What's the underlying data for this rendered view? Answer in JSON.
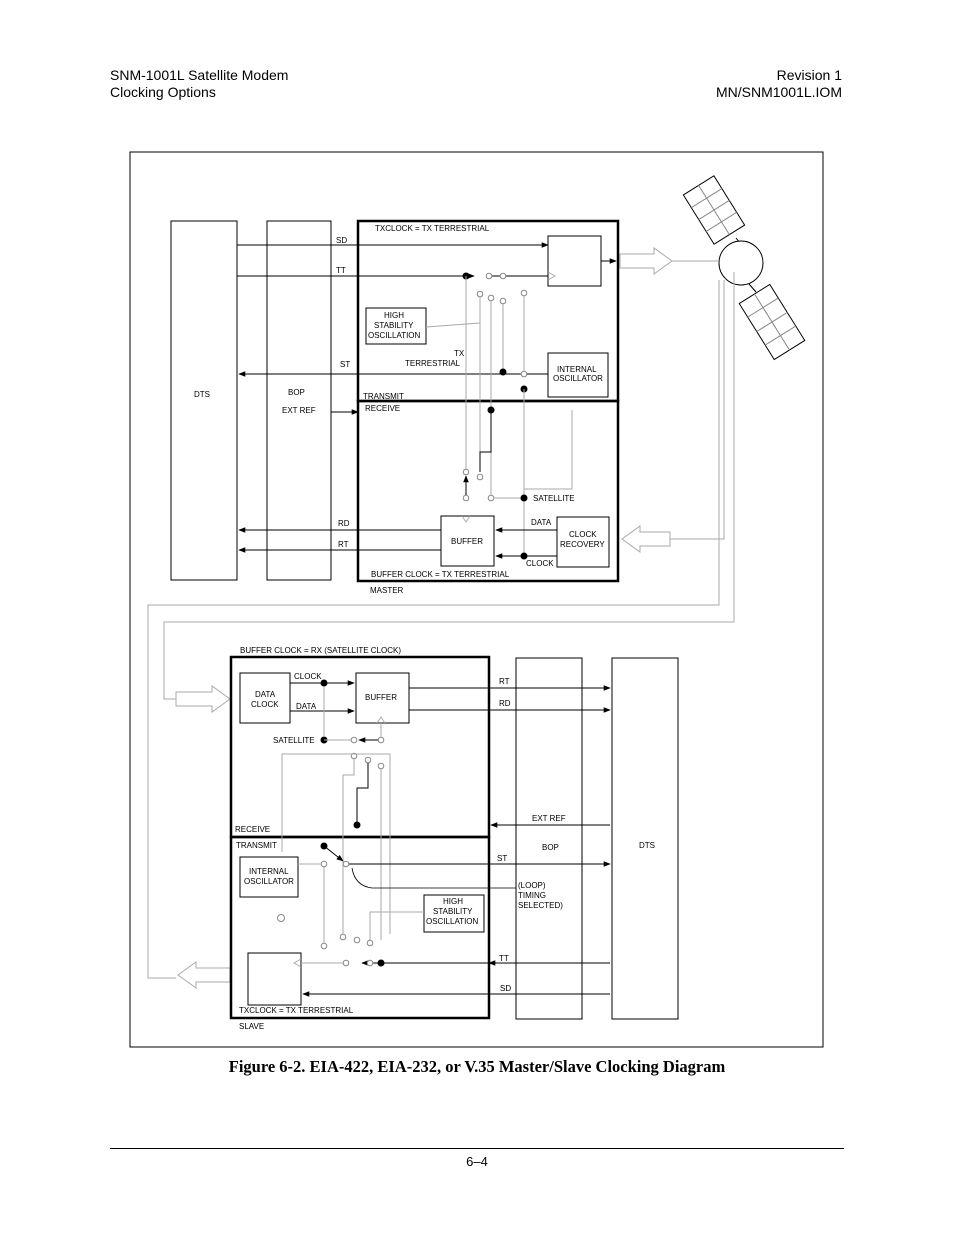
{
  "header": {
    "left_line1": "SNM-1001L Satellite Modem",
    "left_line2": "Clocking Options",
    "right_line1": "Revision 1",
    "right_line2": "MN/SNM1001L.IOM"
  },
  "figure": {
    "caption": "Figure 6-2.  EIA-422, EIA-232, or V.35 Master/Slave Clocking Diagram",
    "master": {
      "dts": "DTS",
      "bop": "BOP",
      "ext_ref": "EXT REF",
      "sd": "SD",
      "tt": "TT",
      "st": "ST",
      "rd": "RD",
      "rt": "RT",
      "txclock": "TXCLOCK = TX TERRESTRIAL",
      "high_stab_1": "HIGH",
      "high_stab_2": "STABILITY",
      "high_stab_3": "OSCILLATION",
      "tx_1": "TX",
      "tx_2": "TERRESTRIAL",
      "int_osc_1": "INTERNAL",
      "int_osc_2": "OSCILLATOR",
      "transmit": "TRANSMIT",
      "receive": "RECEIVE",
      "satellite": "SATELLITE",
      "data": "DATA",
      "clock": "CLOCK",
      "clock_rec_1": "CLOCK",
      "clock_rec_2": "RECOVERY",
      "buffer": "BUFFER",
      "buffer_clock": "BUFFER CLOCK = TX TERRESTRIAL",
      "label": "MASTER"
    },
    "slave": {
      "buffer_clock": "BUFFER CLOCK = RX (SATELLITE CLOCK)",
      "data_clock_1": "DATA",
      "data_clock_2": "CLOCK",
      "clock": "CLOCK",
      "data": "DATA",
      "buffer": "BUFFER",
      "rt": "RT",
      "rd": "RD",
      "satellite": "SATELLITE",
      "ext_ref": "EXT REF",
      "receive": "RECEIVE",
      "transmit": "TRANSMIT",
      "st": "ST",
      "bop": "BOP",
      "dts": "DTS",
      "int_osc_1": "INTERNAL",
      "int_osc_2": "OSCILLATOR",
      "loop_1": "(LOOP)",
      "loop_2": "TIMING",
      "loop_3": "SELECTED)",
      "high_stab_1": "HIGH",
      "high_stab_2": "STABILITY",
      "high_stab_3": "OSCILLATION",
      "tt": "TT",
      "sd": "SD",
      "txclock": "TXCLOCK = TX TERRESTRIAL",
      "label": "SLAVE"
    }
  },
  "footer": {
    "page_number": "6–4"
  }
}
